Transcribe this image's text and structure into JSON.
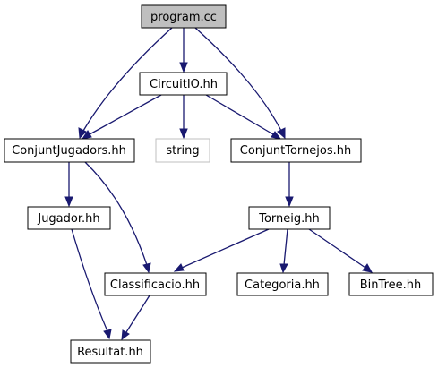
{
  "graph": {
    "nodes": {
      "program": "program.cc",
      "circuit": "CircuitIO.hh",
      "cjug": "ConjuntJugadors.hh",
      "string": "string",
      "ctor": "ConjuntTornejos.hh",
      "jugador": "Jugador.hh",
      "torneig": "Torneig.hh",
      "classif": "Classificacio.hh",
      "categoria": "Categoria.hh",
      "bintree": "BinTree.hh",
      "resultat": "Resultat.hh"
    },
    "edges": [
      {
        "from": "program.cc",
        "to": "CircuitIO.hh"
      },
      {
        "from": "program.cc",
        "to": "ConjuntJugadors.hh"
      },
      {
        "from": "program.cc",
        "to": "ConjuntTornejos.hh"
      },
      {
        "from": "CircuitIO.hh",
        "to": "ConjuntJugadors.hh"
      },
      {
        "from": "CircuitIO.hh",
        "to": "string"
      },
      {
        "from": "CircuitIO.hh",
        "to": "ConjuntTornejos.hh"
      },
      {
        "from": "ConjuntJugadors.hh",
        "to": "Jugador.hh"
      },
      {
        "from": "ConjuntJugadors.hh",
        "to": "Classificacio.hh"
      },
      {
        "from": "ConjuntTornejos.hh",
        "to": "Torneig.hh"
      },
      {
        "from": "Jugador.hh",
        "to": "Resultat.hh"
      },
      {
        "from": "Torneig.hh",
        "to": "Classificacio.hh"
      },
      {
        "from": "Torneig.hh",
        "to": "Categoria.hh"
      },
      {
        "from": "Torneig.hh",
        "to": "BinTree.hh"
      },
      {
        "from": "Classificacio.hh",
        "to": "Resultat.hh"
      }
    ],
    "colors": {
      "edge": "#191970",
      "root_fill": "#bfbfbf",
      "external_border": "#bfbfbf"
    }
  }
}
